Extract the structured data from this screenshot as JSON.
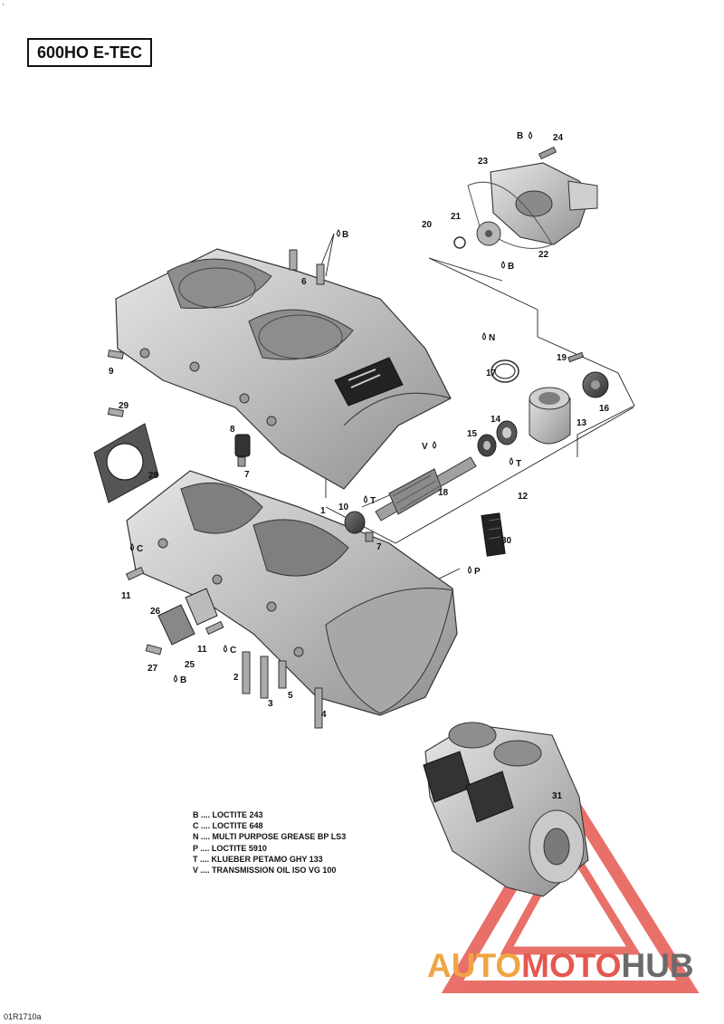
{
  "tick_mark": "'",
  "title": "600HO E-TEC",
  "figure_code": "01R1710a",
  "callouts": [
    "1",
    "2",
    "3",
    "4",
    "5",
    "6",
    "7",
    "7",
    "8",
    "9",
    "10",
    "11",
    "11",
    "12",
    "13",
    "14",
    "15",
    "16",
    "17",
    "18",
    "19",
    "20",
    "21",
    "22",
    "23",
    "24",
    "25",
    "26",
    "27",
    "28",
    "29",
    "30",
    "31"
  ],
  "compound_tags": [
    "B",
    "B",
    "B",
    "B",
    "N",
    "V",
    "T",
    "T",
    "C",
    "C",
    "P"
  ],
  "legend": [
    {
      "code": "B",
      "text": "B .... LOCTITE 243"
    },
    {
      "code": "C",
      "text": "C .... LOCTITE 648"
    },
    {
      "code": "N",
      "text": "N .... MULTI PURPOSE GREASE BP LS3"
    },
    {
      "code": "P",
      "text": "P .... LOCTITE 5910"
    },
    {
      "code": "T",
      "text": "T .... KLUEBER PETAMO GHY 133"
    },
    {
      "code": "V",
      "text": "V .... TRANSMISSION OIL ISO VG 100"
    }
  ],
  "watermark": {
    "part1": "AUTO",
    "part2": "MOTO",
    "part3": "HUB"
  },
  "colors": {
    "watermark_orange": "#f0a544",
    "watermark_red": "#e5584f",
    "watermark_gray": "#6b6b6b",
    "part_gray": "#b9b9b9",
    "line": "#222222"
  }
}
